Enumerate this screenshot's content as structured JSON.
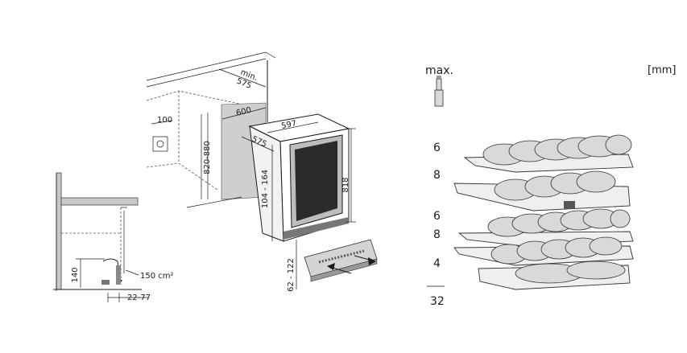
{
  "dimensions": {
    "min_label": "min.",
    "depth_min": "575",
    "niche_width": "600",
    "socket_offset": "100",
    "niche_height": "820-880",
    "unit_width": "597",
    "unit_depth": "575",
    "door_height": "104 - 164",
    "unit_height": "818",
    "plinth_height": "62 - 122",
    "vent_area": "150 cm²",
    "floor_height": "140",
    "base_range": "22-77"
  },
  "capacity": {
    "max_label": "max.",
    "unit": "[mm]",
    "shelf_counts": [
      "6",
      "8",
      "6",
      "8",
      "4"
    ],
    "total": "32"
  },
  "colors": {
    "line": "#1a1a1a",
    "wall_fill": "#c9c9c9",
    "bottle_fill": "#d9d9d9"
  }
}
